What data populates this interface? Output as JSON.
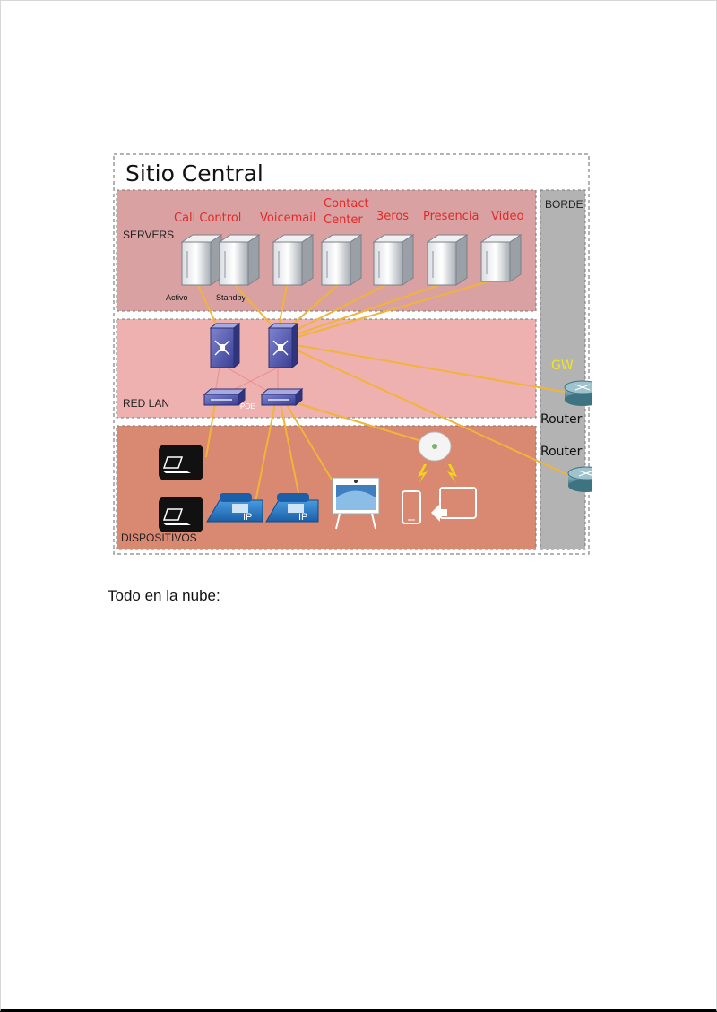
{
  "diagram": {
    "title": "Sitio Central",
    "sections": {
      "servers": "SERVERS",
      "lan": "RED LAN",
      "devices": "DISPOSITIVOS",
      "edge": "BORDE"
    },
    "server_labels": {
      "call_control": "Call Control",
      "voicemail": "Voicemail",
      "contact": "Contact",
      "center": "Center",
      "terceros": "3eros",
      "presencia": "Presencia",
      "video": "Video"
    },
    "server_sublabels": {
      "activo": "Activo",
      "standby": "Standby"
    },
    "lan_labels": {
      "poe": "POE"
    },
    "edge_labels": {
      "gw": "GW",
      "router1": "Router",
      "router2": "Router"
    },
    "phone_badge": "IP",
    "colors": {
      "servers_bg": "#d9a1a1",
      "lan_bg": "#efb0b0",
      "devices_bg": "#d98872",
      "edge_bg": "#b3b3b3",
      "server_label_red": "#e12a2a",
      "gw_yellow": "#f2e61c",
      "link_orange": "#f0b43a",
      "phone_blue": "#1e6fc0"
    }
  },
  "caption": "Todo en la nube:"
}
